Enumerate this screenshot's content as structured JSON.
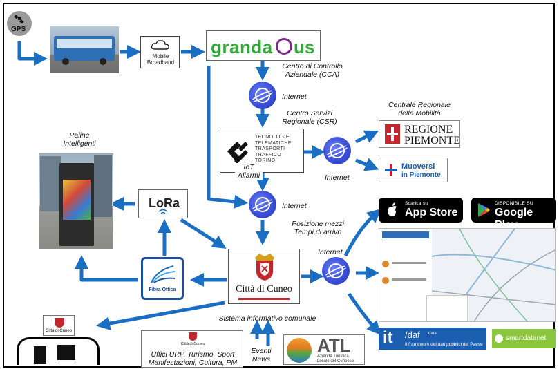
{
  "gps": {
    "label": "GPS"
  },
  "broadband": {
    "line1": "Mobile",
    "line2": "Broadband"
  },
  "grandabus": {
    "logo_text": "granda",
    "logo_text2": "us"
  },
  "labels": {
    "cca": {
      "line1": "Centro di Controllo",
      "line2": "Aziendale (CCA)"
    },
    "internet1": "Internet",
    "csr": {
      "line1": "Centro Servizi",
      "line2": "Regionale (CSR)"
    },
    "centrale": {
      "line1": "Centrale Regionale",
      "line2": "della Mobilità"
    },
    "iot": {
      "line1": "IoT",
      "line2": "Allarmi"
    },
    "internet2": "Internet",
    "internet3": "Internet",
    "posizione": {
      "line1": "Posizione mezzi",
      "line2": "Tempi di arrivo"
    },
    "internet4": "Internet",
    "paline": {
      "line1": "Paline",
      "line2": "Intelligenti"
    },
    "sistema": "Sistema informativo comunale",
    "uffici": {
      "line1": "Uffici URP, Turismo, Sport",
      "line2": "Manifestazioni, Cultura, PM"
    },
    "eventi": {
      "line1": "Eventi",
      "line2": "News"
    }
  },
  "ttt": {
    "lines": [
      "TECNOLOGIE",
      "TELEMATICHE",
      "TRASPORTI",
      "TRAFFICO",
      "TORINO"
    ]
  },
  "regione": {
    "line1": "REGIONE",
    "line2": "PIEMONTE"
  },
  "muoversi": {
    "line1": "Muoversi",
    "line2": "in Piemonte"
  },
  "lora": {
    "text": "LoRa"
  },
  "fibra": {
    "text": "Fibra Ottica"
  },
  "cuneo": {
    "text": "Città di Cuneo",
    "small": "Città di Cuneo"
  },
  "appstore": {
    "small": "Scarica su",
    "big": "App Store"
  },
  "googleplay": {
    "small": "DISPONIBILE SU",
    "big": "Google Play"
  },
  "daf": {
    "it": "it",
    "daf": "/daf",
    "small": "data",
    "sub": "Il framework dei dati pubblici del Paese"
  },
  "smartdata": {
    "text": "smartdatanet"
  },
  "atl": {
    "big": "ATL",
    "line1": "Azienda Turistica",
    "line2": "Locale del Cuneese"
  },
  "colors": {
    "arrow": "#1b6fc2",
    "globe": "#3a4fd8",
    "grandabus_green": "#35a83a",
    "grandabus_purple": "#7a2a8a",
    "regione_red": "#c2272d",
    "daf_blue": "#1c5fb1",
    "smartdata_green": "#8cc63f"
  },
  "icons": [
    "satellite-icon",
    "bus-image",
    "cloud-icon",
    "globe-icon",
    "apple-icon",
    "google-play-icon",
    "wifi-icon",
    "fiber-icon",
    "coat-of-arms-icon",
    "kiosk-icon",
    "computer-icon"
  ]
}
